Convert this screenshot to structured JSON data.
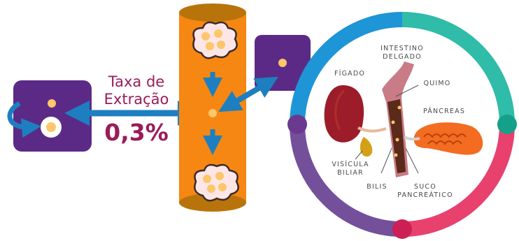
{
  "extraction": {
    "title_line1": "Taxa de",
    "title_line2": "Extração",
    "value": "0,3%"
  },
  "anatomy": {
    "intestino_line1": "INTESTINO",
    "intestino_line2": "DELGADO",
    "figado": "FÍGADO",
    "quimo": "QUIMO",
    "pancreas": "PÂNCREAS",
    "vesicula_line1": "VISÍCULA",
    "vesicula_line2": "BILIAR",
    "bilis": "BILIS",
    "suco_line1": "SUCO",
    "suco_line2": "PANCREÁTICO"
  },
  "colors": {
    "purple_box": "#5b2a86",
    "arrow_blue": "#1d7fc0",
    "column_orange": "#f68712",
    "column_cap": "#b8740a",
    "text_magenta": "#9b1b5a",
    "dot_yellow": "#fcc66b",
    "ring_blue": "#1e95d6",
    "ring_teal": "#2fbca8",
    "ring_pink": "#e8416e",
    "ring_purple": "#74509b"
  }
}
